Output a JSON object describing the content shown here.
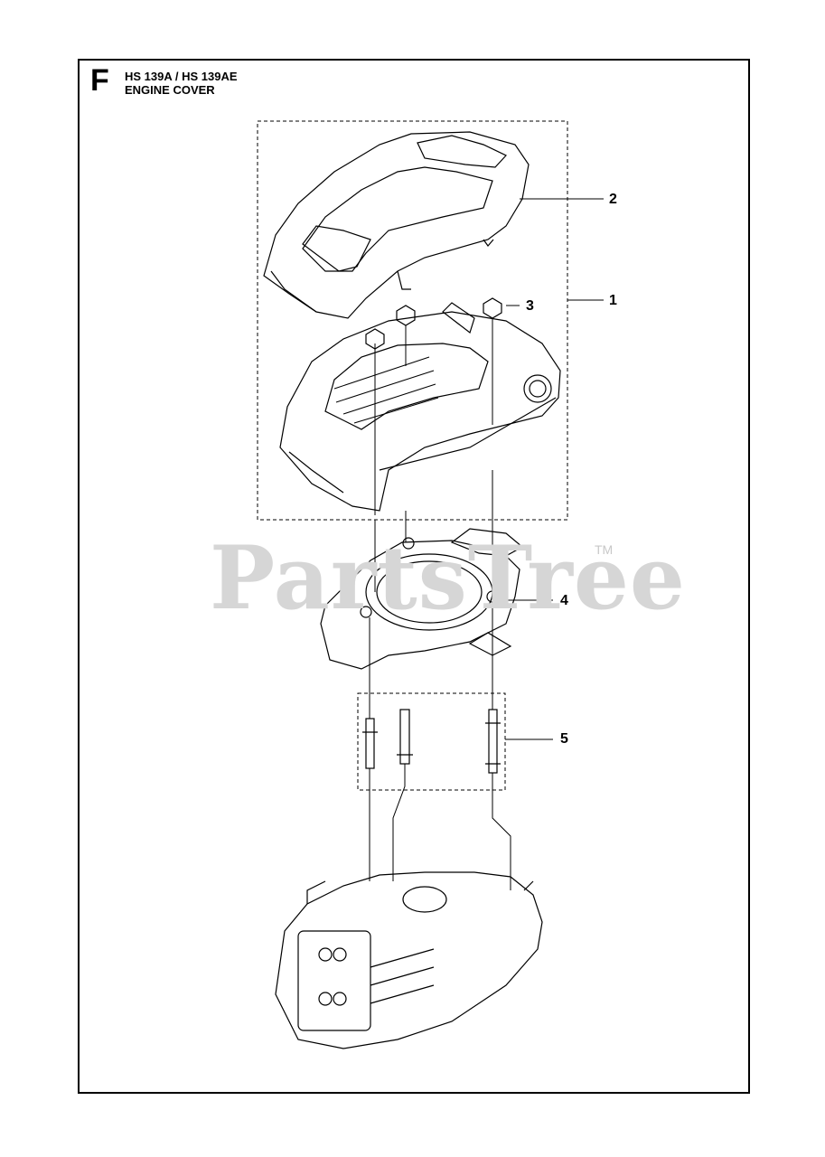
{
  "header": {
    "section_letter": "F",
    "model_line": "HS 139A / HS 139AE",
    "assembly_name": "ENGINE COVER"
  },
  "watermark": {
    "text": "PartsTree",
    "trademark": "TM"
  },
  "callouts": [
    {
      "id": "1"
    },
    {
      "id": "2"
    },
    {
      "id": "3"
    },
    {
      "id": "4"
    },
    {
      "id": "5"
    }
  ],
  "colors": {
    "line": "#000000",
    "watermark": "#d6d6d6"
  }
}
